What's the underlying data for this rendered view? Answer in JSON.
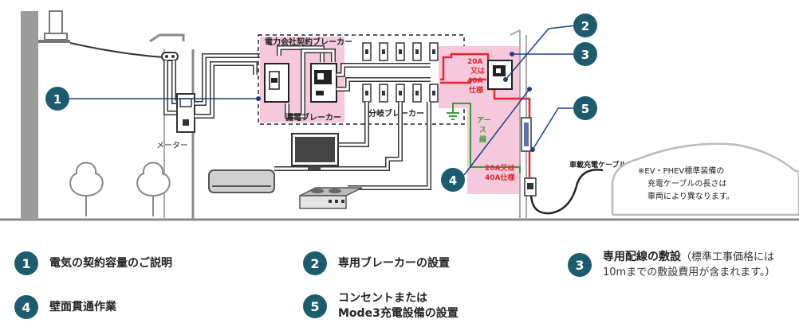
{
  "labels": {
    "contract_breaker": "電力会社契約ブレーカー",
    "leakage_breaker": "漏電ブレーカー",
    "branch_breaker": "分岐ブレーカー",
    "meter": "メーター",
    "spec_top": [
      "20A",
      "又は",
      "40A",
      "仕様"
    ],
    "earth_wire": [
      "アー",
      "ス",
      "線"
    ],
    "spec_bottom": [
      "20A又は",
      "40A仕様"
    ],
    "ev_cable": "車載充電ケーブル",
    "car_note": [
      "※EV・PHEV標準装備の",
      "充電ケーブルの長さは",
      "車両により異なります。"
    ]
  },
  "markers": [
    "1",
    "2",
    "3",
    "4",
    "5"
  ],
  "legend": [
    {
      "num": "1",
      "text": "電気の契約容量のご説明"
    },
    {
      "num": "2",
      "text": "専用ブレーカーの設置"
    },
    {
      "num": "3",
      "text": "専用配線の敷設",
      "note_line1": "（標準工事価格には",
      "note_line2": "10mまでの敷設費用が含まれます。）"
    },
    {
      "num": "4",
      "text": "壁面貫通作業"
    },
    {
      "num": "5",
      "text_line1": "コンセントまたは",
      "text_line2": "Mode3充電設備の設置"
    }
  ],
  "colors": {
    "accent": "#1d5c6e",
    "pink_zone": "#f5c8dc",
    "red_line": "#e6262c",
    "blue_line": "#1b3f8a",
    "earth_line": "#3a9a3e"
  }
}
